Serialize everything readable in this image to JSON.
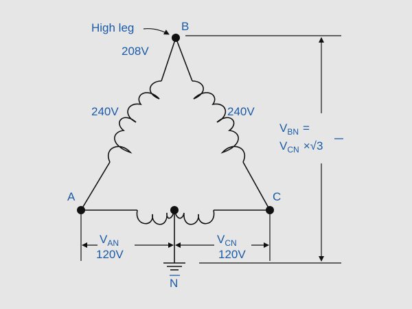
{
  "colors": {
    "label": "#1a5aa6",
    "line": "#111111",
    "background": "#e6e6e6"
  },
  "nodes": {
    "a": "A",
    "b": "B",
    "c": "C",
    "n": "N"
  },
  "labels": {
    "high_leg": "High leg",
    "b_voltage": "208V",
    "left_voltage": "240V",
    "right_voltage": "240V"
  },
  "bottom": {
    "van_main": "V",
    "van_sub": "AN",
    "van_value": "120V",
    "vcn_main": "V",
    "vcn_sub": "CN",
    "vcn_value": "120V"
  },
  "formula": {
    "v1_main": "V",
    "v1_sub": "BN",
    "equals": "=",
    "v2_main": "V",
    "v2_sub": "CN",
    "times": "×",
    "root": "√",
    "root_value": "3"
  }
}
